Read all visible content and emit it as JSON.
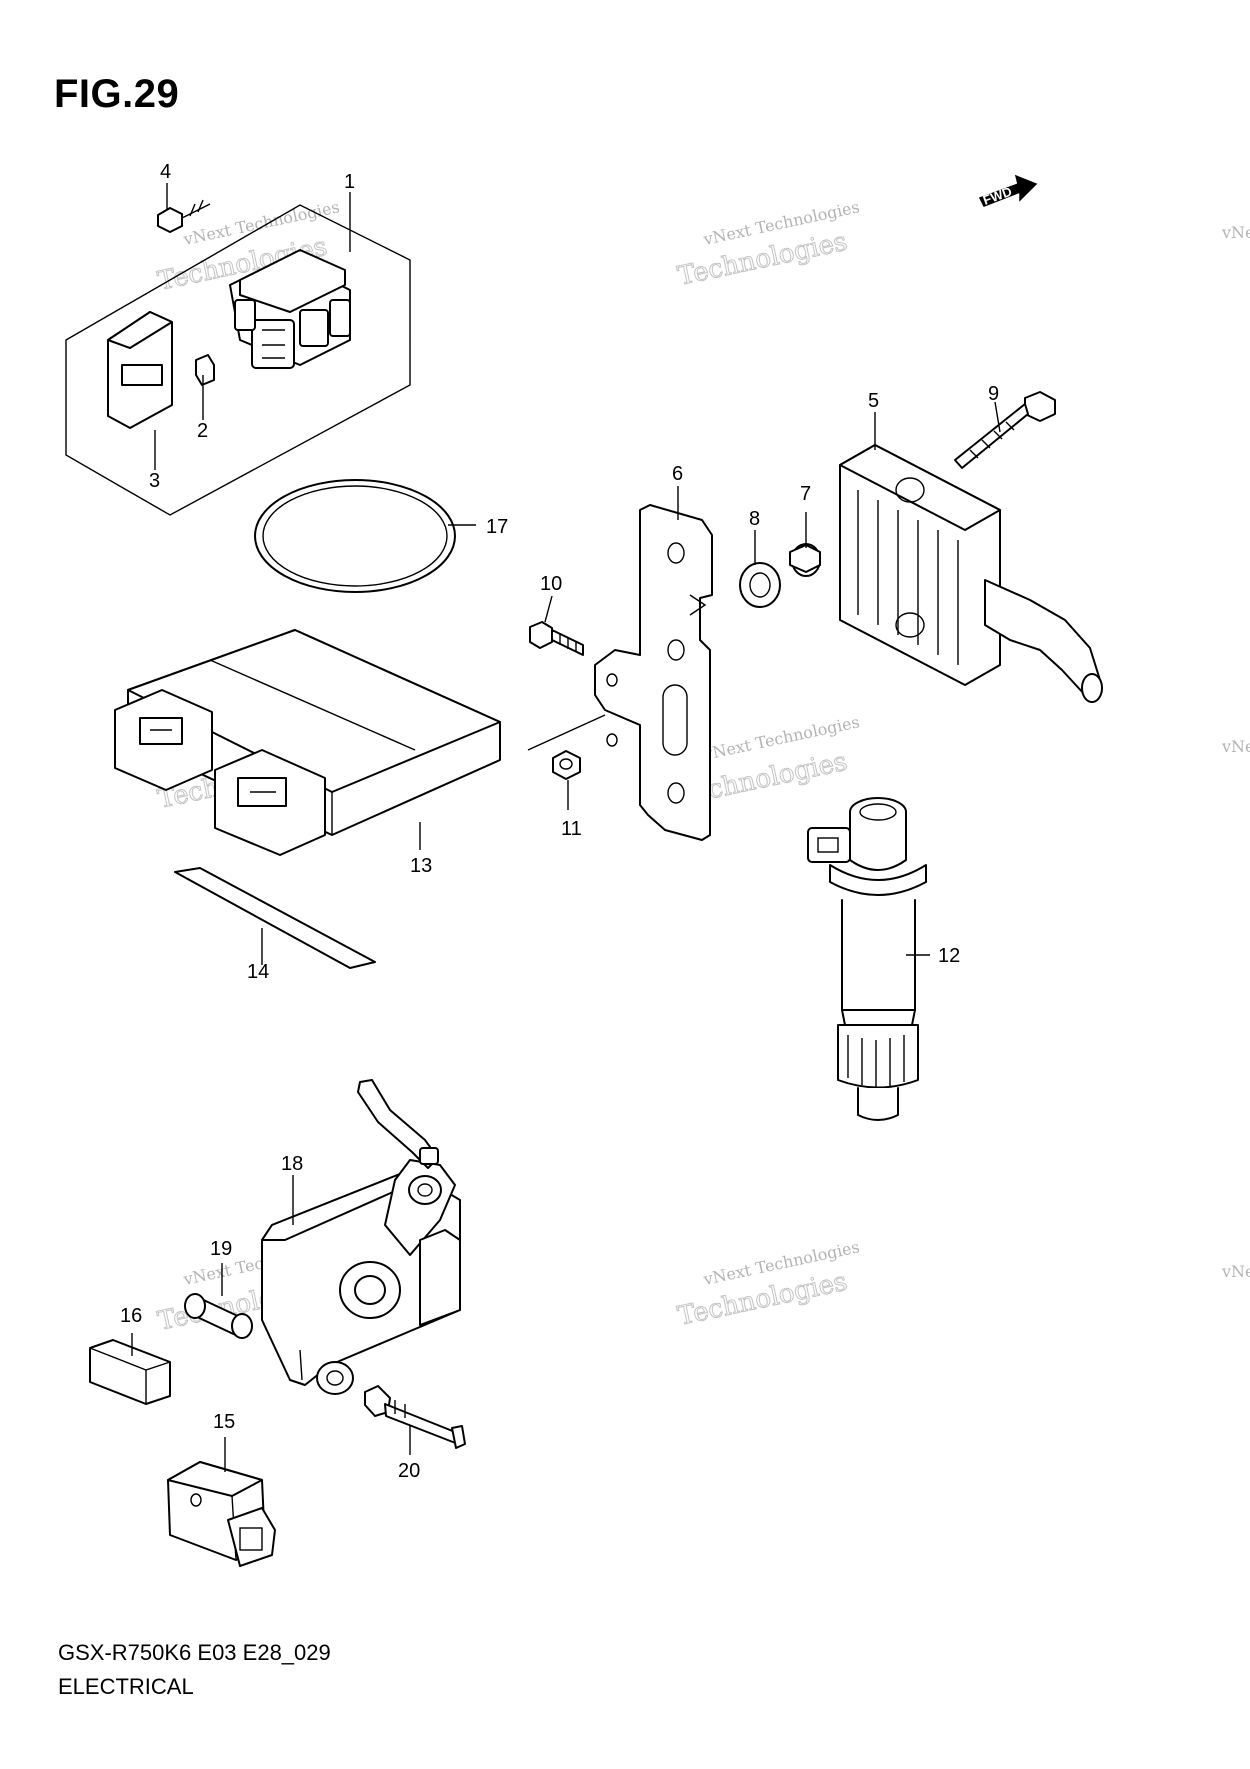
{
  "figure": {
    "title": "FIG.29",
    "model_code": "GSX-R750K6 E03 E28_029",
    "section": "ELECTRICAL"
  },
  "direction_badge": "FWD",
  "watermark": {
    "line1": "vNext Technologies",
    "line2": "Technologies",
    "line3": "vNext"
  },
  "callouts": {
    "p1": "1",
    "p2": "2",
    "p3": "3",
    "p4": "4",
    "p5": "5",
    "p6": "6",
    "p7": "7",
    "p8": "8",
    "p9": "9",
    "p10": "10",
    "p11": "11",
    "p12": "12",
    "p13": "13",
    "p14": "14",
    "p15": "15",
    "p16": "16",
    "p17": "17",
    "p18": "18",
    "p19": "19",
    "p20": "20"
  }
}
